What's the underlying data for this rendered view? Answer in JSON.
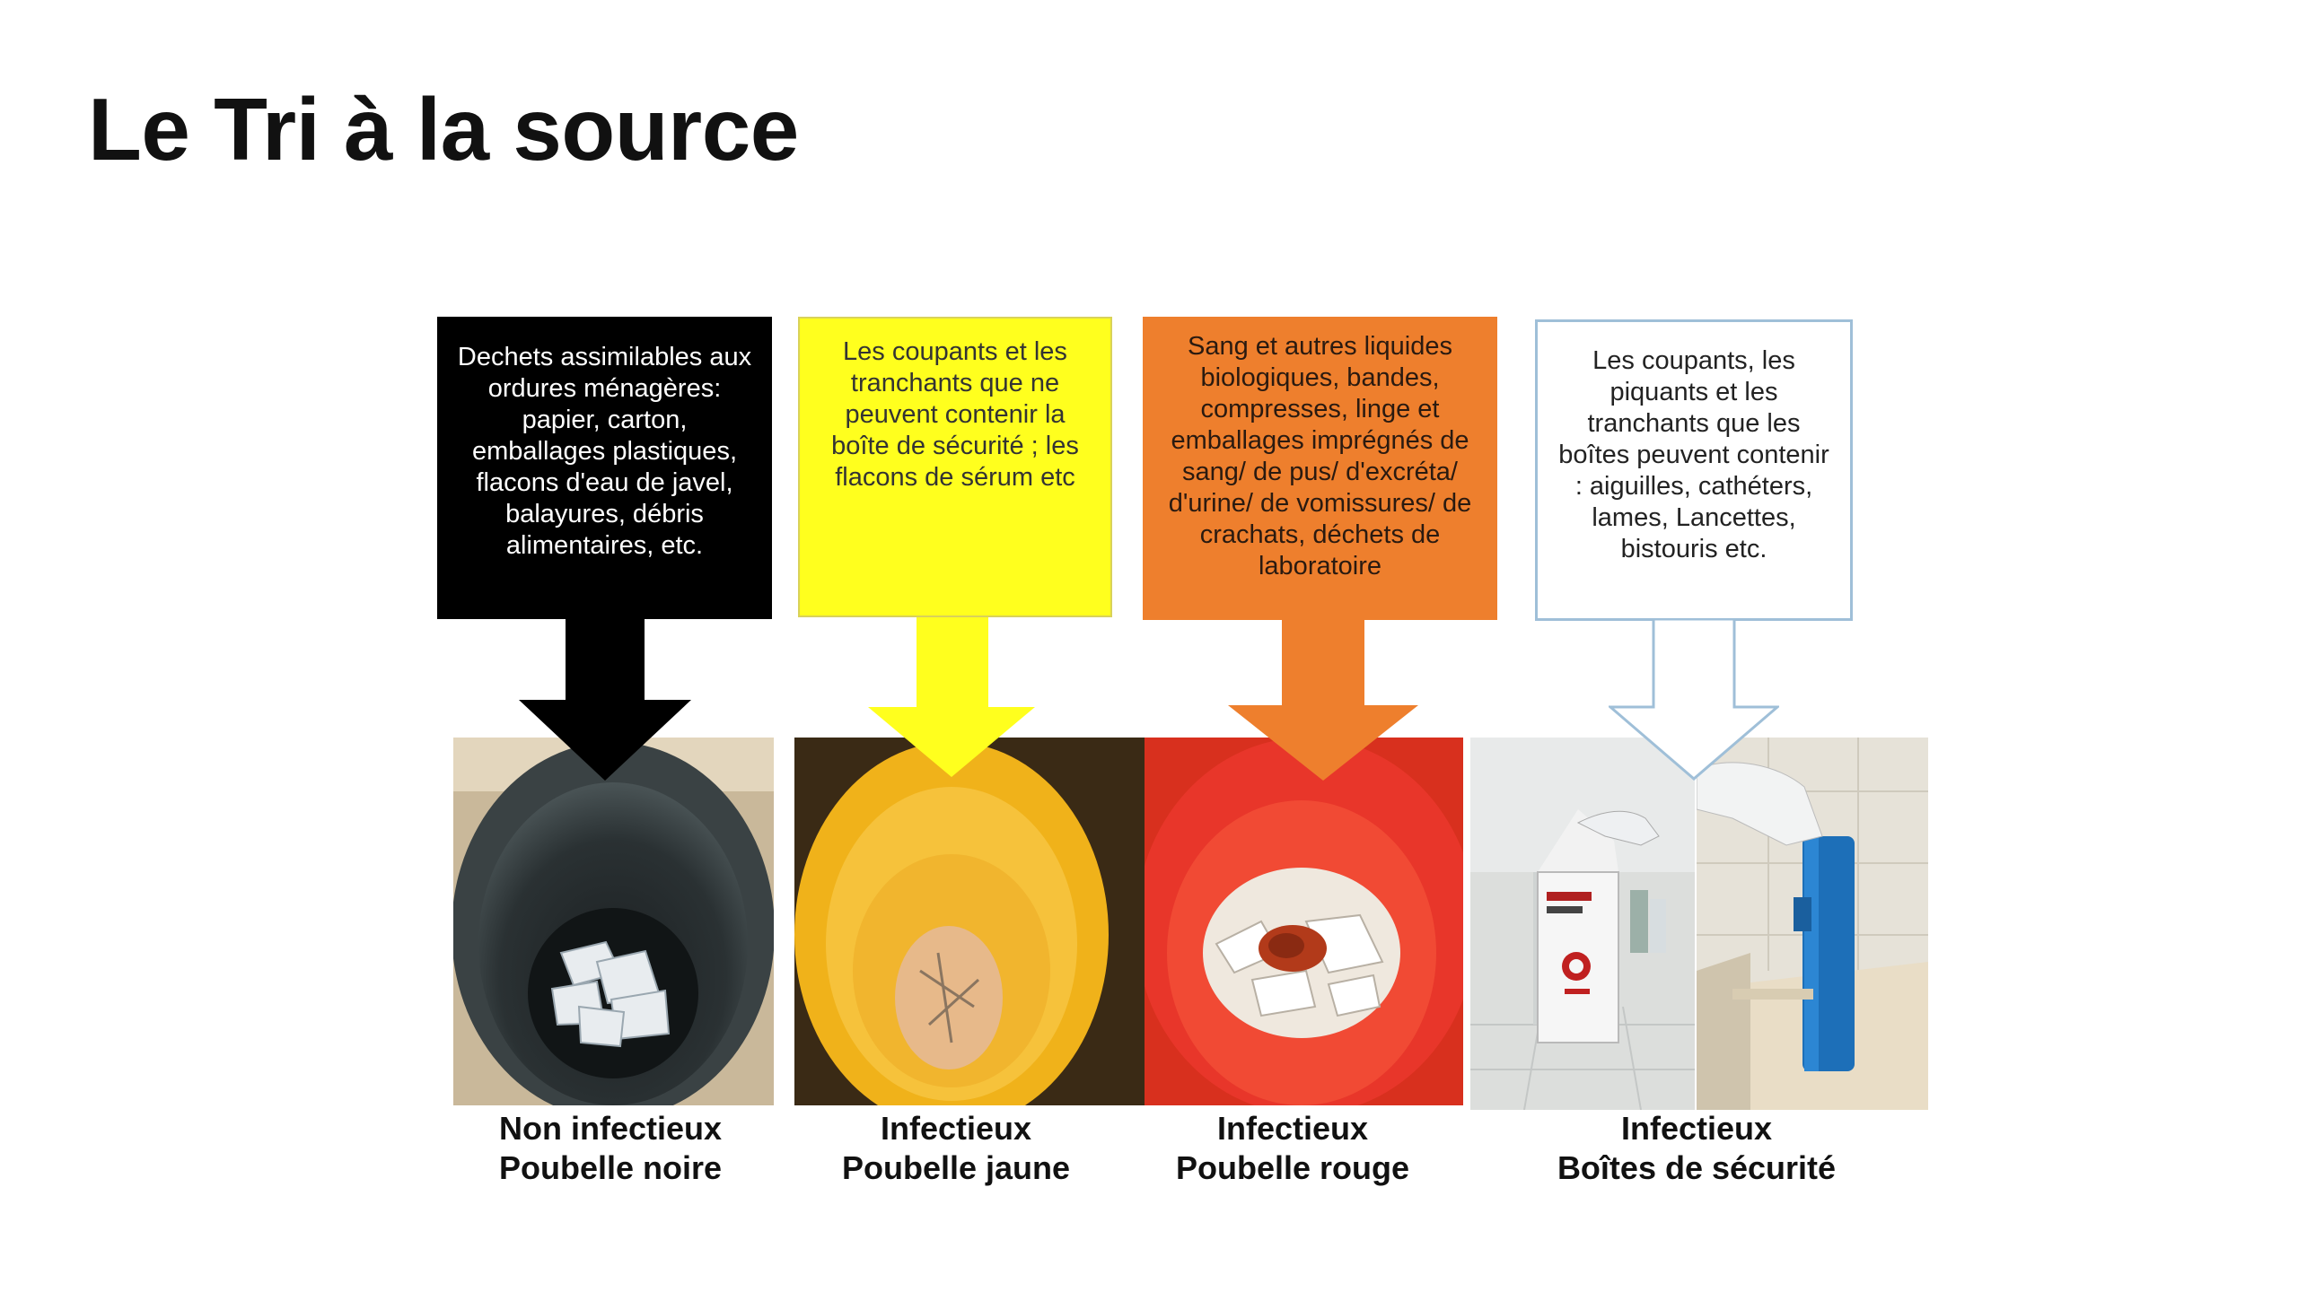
{
  "slide": {
    "title": "Le Tri à la source"
  },
  "categories": [
    {
      "box_text": "Dechets assimilables aux ordures ménagères: papier, carton, emballages plastiques, flacons d'eau de javel, balayures, débris alimentaires, etc.",
      "caption_line1": "Non infectieux",
      "caption_line2": "Poubelle noire",
      "box_color": "#000000"
    },
    {
      "box_text": "Les coupants et les tranchants que ne peuvent contenir la boîte de sécurité ; les flacons de sérum etc",
      "caption_line1": "Infectieux",
      "caption_line2": "Poubelle jaune",
      "box_color": "#ffff1e"
    },
    {
      "box_text": "Sang et autres liquides biologiques, bandes, compresses, linge et emballages imprégnés de sang/ de pus/ d'excréta/ d'urine/ de vomissures/ de crachats, déchets de laboratoire",
      "caption_line1": "Infectieux",
      "caption_line2": "Poubelle rouge",
      "box_color": "#ee7f2d"
    },
    {
      "box_text": "Les coupants, les piquants et les tranchants que les boîtes peuvent contenir : aiguilles, cathéters, lames, Lancettes, bistouris etc.",
      "caption_line1": "Infectieux",
      "caption_line2": "Boîtes de sécurité",
      "box_color": "#ffffff"
    }
  ]
}
